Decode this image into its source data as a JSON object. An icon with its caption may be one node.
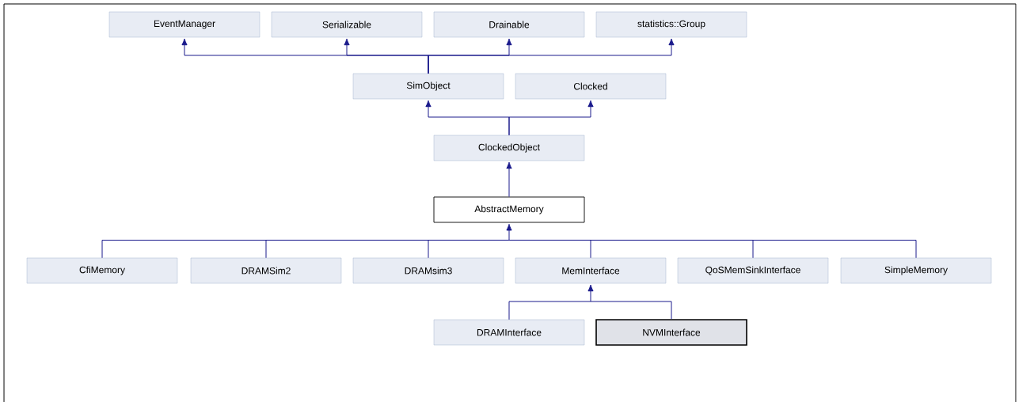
{
  "diagram": {
    "nodes": [
      {
        "text": [
          "EventManager"
        ]
      },
      {
        "text": [
          "Serializable"
        ]
      },
      {
        "text": [
          "Drainable"
        ]
      },
      {
        "text": [
          "statistics::Group"
        ]
      },
      {
        "text": [
          "SimObject"
        ]
      },
      {
        "text": [
          "Clocked"
        ]
      },
      {
        "text": [
          "ClockedObject"
        ]
      },
      {
        "text": [
          "AbstractMemory"
        ]
      },
      {
        "text": [
          "CfiMemory"
        ]
      },
      {
        "text": [
          "DRAMSim2"
        ]
      },
      {
        "text": [
          "DRAMsim3"
        ]
      },
      {
        "text": [
          "MemInterface"
        ]
      },
      {
        "text": [
          "QoSMemSinkInterface"
        ]
      },
      {
        "text": [
          "SimpleMemory"
        ]
      },
      {
        "text": [
          "DRAMInterface"
        ]
      },
      {
        "text": [
          "NVMInterface"
        ]
      }
    ],
    "edges": [
      {
        "from": 4,
        "to": 0,
        "arrow": "to"
      },
      {
        "from": 4,
        "to": 1,
        "arrow": "to"
      },
      {
        "from": 4,
        "to": 2,
        "arrow": "to"
      },
      {
        "from": 4,
        "to": 3,
        "arrow": "to"
      },
      {
        "from": 6,
        "to": 4,
        "arrow": "to"
      },
      {
        "from": 6,
        "to": 5,
        "arrow": "to"
      },
      {
        "from": 7,
        "to": 6,
        "arrow": "to"
      },
      {
        "from": 8,
        "to": 7,
        "arrow": "to"
      },
      {
        "from": 9,
        "to": 7,
        "arrow": "to"
      },
      {
        "from": 10,
        "to": 7,
        "arrow": "to"
      },
      {
        "from": 11,
        "to": 7,
        "arrow": "to"
      },
      {
        "from": 12,
        "to": 7,
        "arrow": "to"
      },
      {
        "from": 13,
        "to": 7,
        "arrow": "to"
      },
      {
        "from": 14,
        "to": 11,
        "arrow": "to"
      },
      {
        "from": 15,
        "to": 11,
        "arrow": "to"
      }
    ]
  }
}
